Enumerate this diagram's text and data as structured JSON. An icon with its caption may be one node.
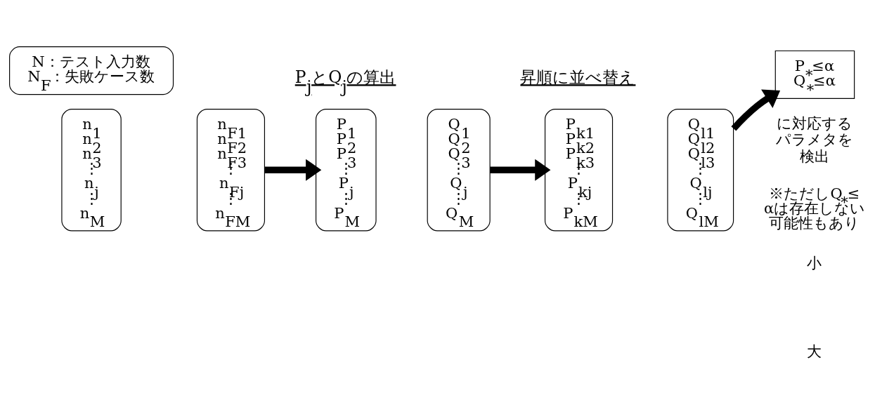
{
  "diagram": {
    "nodes": [
      {
        "text": [
          "N：テスト入力数",
          "N$_{F}$：失敗ケース数"
        ]
      },
      {
        "text": [
          "n$_{1}$",
          "n$_{2}$",
          "n$_{3}$",
          "⋮",
          "n$_{j}$",
          "⋮",
          "n$_{M}$"
        ]
      },
      {
        "text": [
          "n$_{F1}$",
          "n$_{F2}$",
          "n$_{F3}$",
          "⋮",
          "n$_{Fj}$",
          "⋮",
          "n$_{FM}$"
        ]
      },
      {
        "text": [
          "P$_{1}$",
          "P$_{2}$",
          "P$_{3}$",
          "⋮",
          "P$_{j}$",
          "⋮",
          "P$_{M}$"
        ]
      },
      {
        "text": [
          "Q$_{1}$",
          "Q$_{2}$",
          "Q$_{3}$",
          "⋮",
          "Q$_{j}$",
          "⋮",
          "Q$_{M}$"
        ]
      },
      {
        "text": [
          "P$_{k1}$",
          "P$_{k2}$",
          "P$_{k3}$",
          "⋮",
          "P$_{kj}$",
          "⋮",
          "P$_{kM}$"
        ]
      },
      {
        "text": [
          "Q$_{l1}$",
          "Q$_{l2}$",
          "Q$_{l3}$",
          "⋮",
          "Q$_{lj}$",
          "⋮",
          "Q$_{lM}$"
        ]
      },
      {
        "text": [
          "P$_{*}$≤α",
          "Q$_{*}$≤α"
        ],
        "beside": [
          "に対応するパラメタを検出"
        ]
      }
    ],
    "edges": [
      {
        "from": 2,
        "to": 3,
        "arrow": "to"
      },
      {
        "from": 4,
        "to": 5,
        "arrow": "to"
      },
      {
        "from": 6,
        "to": 7,
        "arrow": "to"
      }
    ],
    "labels": [
      "P$_{j}$とQ$_{j}$の算出",
      "昇順に並べ替え",
      "小",
      "大",
      "※ただしQ$_{*}$≤αは存在しない可能性もあり"
    ]
  }
}
